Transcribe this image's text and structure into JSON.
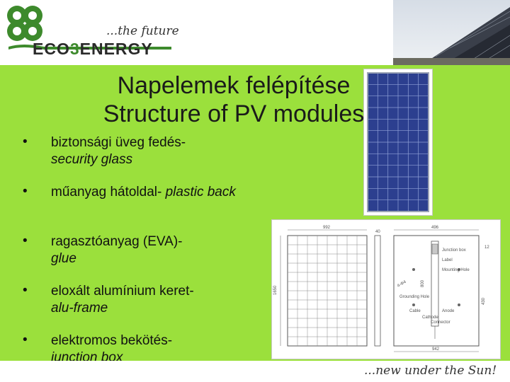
{
  "header": {
    "tagline": "...the future",
    "brand_prefix": "ECO",
    "brand_number": "3",
    "brand_suffix": "ENERGY"
  },
  "title": {
    "line1": "Napelemek felépítése",
    "line2": "Structure of PV modules"
  },
  "bullets": [
    {
      "hu": "biztonsági üveg fedés-",
      "en": "security glass"
    },
    {
      "hu": "műanyag hátoldal-",
      "en": "plastic back"
    },
    {
      "hu": "ragasztóanyag (EVA)-",
      "en": "glue"
    },
    {
      "hu": "eloxált alumínium keret-",
      "en": "alu-frame"
    },
    {
      "hu": "elektromos bekötés-",
      "en": "junction box"
    }
  ],
  "drawing": {
    "width_label": "992",
    "height_label": "1650",
    "depth_label": "40",
    "side_width_label": "496",
    "bottom_label": "942",
    "mid_label": "800",
    "right_label": "430",
    "short_label": "12",
    "callouts": [
      "Junction box",
      "Label",
      "Mounting Hole",
      "Grounding Hole",
      "Cable",
      "Anode",
      "Cathode",
      "Connector",
      "4-Φ4"
    ]
  },
  "footer": {
    "slogan": "...new under the Sun!"
  },
  "colors": {
    "background_green": "#9be03c",
    "logo_green": "#3d8a2c",
    "panel_blue": "#2c3f8f"
  }
}
